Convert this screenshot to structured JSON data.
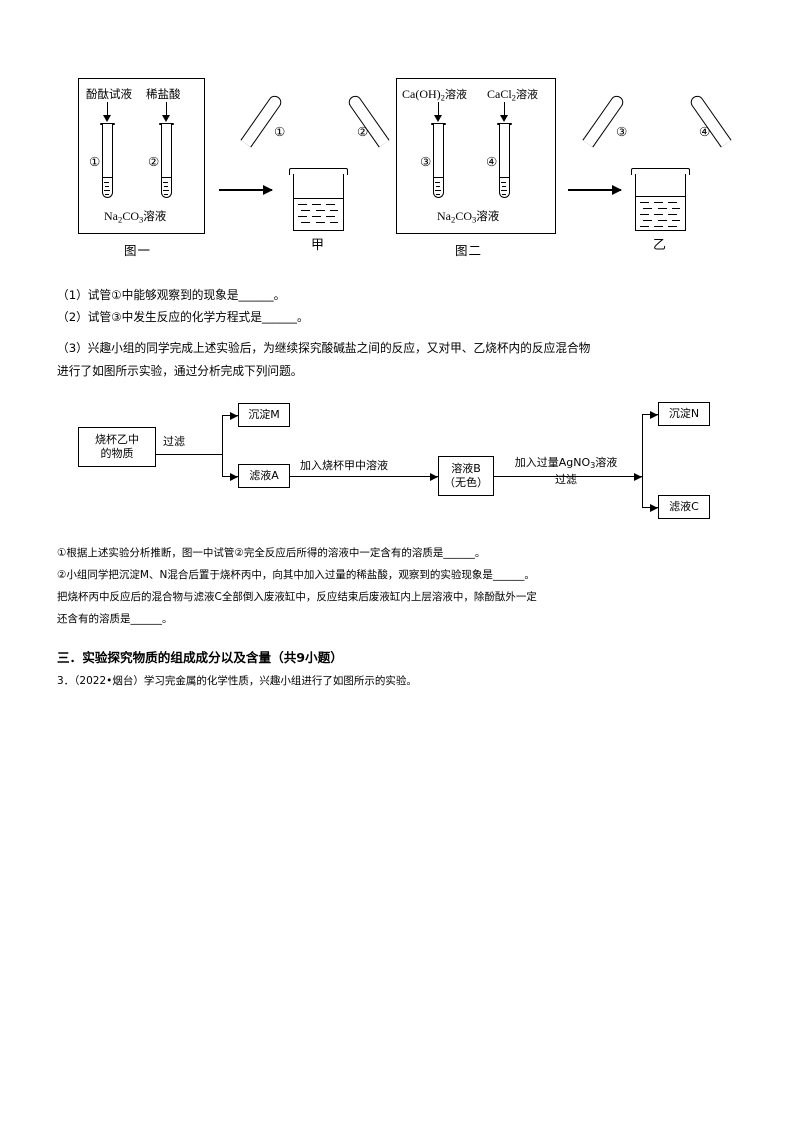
{
  "figures": {
    "panel_one": {
      "caption": "图一",
      "reagent_left": "酚酞试液",
      "reagent_right": "稀盐酸",
      "tube_left_num": "①",
      "tube_right_num": "②",
      "bottom_label_formula": "Na",
      "bottom_label_sub1": "2",
      "bottom_label_mid": "CO",
      "bottom_label_sub2": "3",
      "bottom_label_cn": "溶液"
    },
    "panel_two": {
      "caption": "图二",
      "reagent_left_pre": "Ca(OH)",
      "reagent_left_sub": "2",
      "reagent_left_post": "溶液",
      "reagent_right_pre": "CaCl",
      "reagent_right_sub": "2",
      "reagent_right_post": "溶液",
      "tube_left_num": "③",
      "tube_right_num": "④",
      "bottom_label_formula": "Na",
      "bottom_label_sub1": "2",
      "bottom_label_mid": "CO",
      "bottom_label_sub2": "3",
      "bottom_label_cn": "溶液"
    },
    "beaker_one": {
      "caption": "甲",
      "tube_left_num": "①",
      "tube_right_num": "②"
    },
    "beaker_two": {
      "caption": "乙",
      "tube_left_num": "③",
      "tube_right_num": "④"
    }
  },
  "questions": {
    "q1": "（1）试管①中能够观察到的现象是______。",
    "q2": "（2）试管③中发生反应的化学方程式是______。",
    "q3_line1": "（3）兴趣小组的同学完成上述实验后，为继续探究酸碱盐之间的反应，又对甲、乙烧杯内的反应混合物",
    "q3_line2": "进行了如图所示实验，通过分析完成下列问题。",
    "sub1": "①根据上述实验分析推断，图一中试管②完全反应后所得的溶液中一定含有的溶质是______。",
    "sub2_line1": "②小组同学把沉淀M、N混合后置于烧杯丙中，向其中加入过量的稀盐酸，观察到的实验现象是______。",
    "sub2_line2": "把烧杯丙中反应后的混合物与滤液C全部倒入废液缸中，反应结束后废液缸内上层溶液中，除酚酞外一定",
    "sub2_line3": "还含有的溶质是______。"
  },
  "flowchart": {
    "box_source_line1": "烧杯乙中",
    "box_source_line2": "的物质",
    "label_filter_1": "过滤",
    "box_precip_m": "沉淀M",
    "box_filtrate_a": "滤液A",
    "label_add_beaker_jia": "加入烧杯甲中溶液",
    "box_solution_b_line1": "溶液B",
    "box_solution_b_line2": "（无色）",
    "label_add_agno3_pre": "加入过量AgNO",
    "label_add_agno3_sub": "3",
    "label_add_agno3_post": "溶液",
    "label_filter_2": "过滤",
    "box_precip_n": "沉淀N",
    "box_filtrate_c": "滤液C"
  },
  "section": {
    "heading": "三．实验探究物质的组成成分以及含量（共9小题）",
    "item3": "3．（2022•烟台）学习完金属的化学性质，兴趣小组进行了如图所示的实验。"
  }
}
